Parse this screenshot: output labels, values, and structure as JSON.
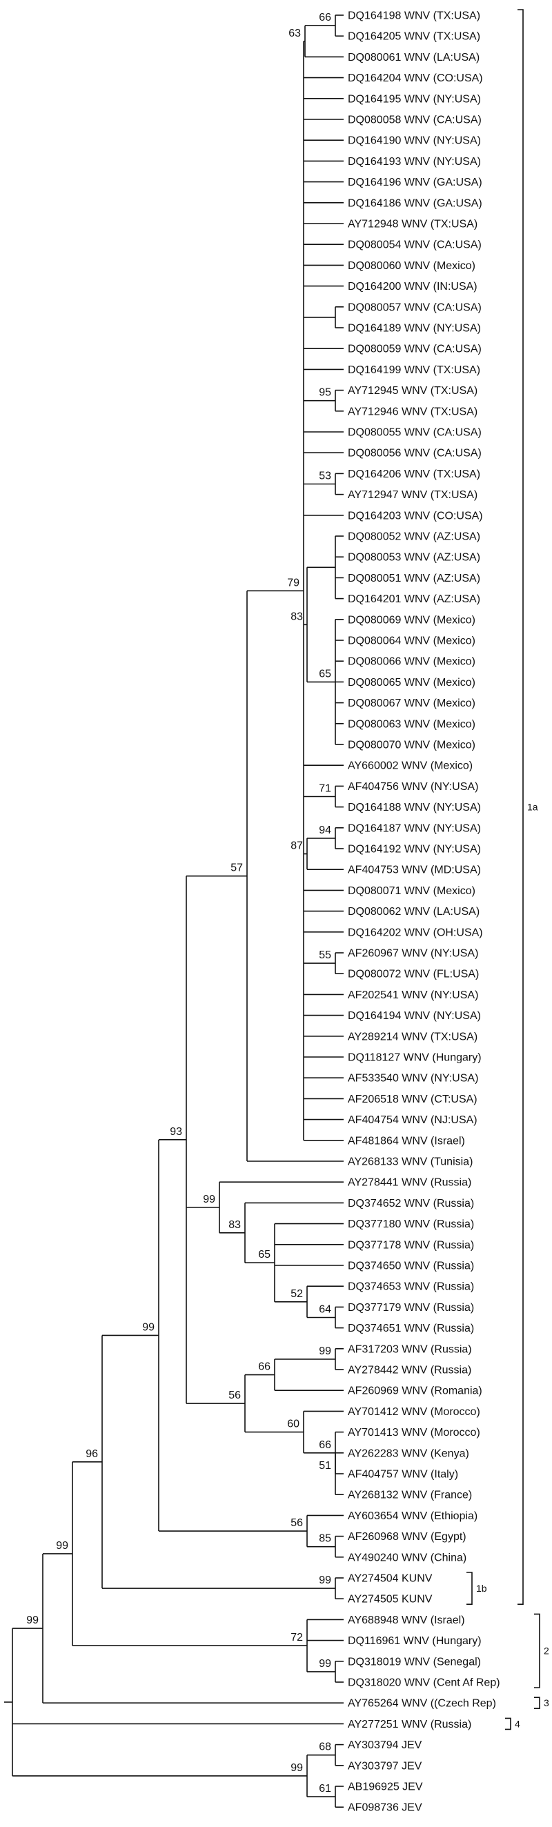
{
  "taxa": [
    "DQ164198 WNV (TX:USA)",
    "DQ164205 WNV (TX:USA)",
    "DQ080061 WNV (LA:USA)",
    "DQ164204 WNV (CO:USA)",
    "DQ164195 WNV (NY:USA)",
    "DQ080058 WNV (CA:USA)",
    "DQ164190 WNV (NY:USA)",
    "DQ164193 WNV (NY:USA)",
    "DQ164196 WNV (GA:USA)",
    "DQ164186 WNV (GA:USA)",
    "AY712948 WNV (TX:USA)",
    "DQ080054 WNV (CA:USA)",
    "DQ080060 WNV (Mexico)",
    "DQ164200 WNV (IN:USA)",
    "DQ080057 WNV (CA:USA)",
    "DQ164189 WNV (NY:USA)",
    "DQ080059 WNV (CA:USA)",
    "DQ164199 WNV (TX:USA)",
    "AY712945 WNV (TX:USA)",
    "AY712946 WNV (TX:USA)",
    "DQ080055 WNV (CA:USA)",
    "DQ080056 WNV (CA:USA)",
    "DQ164206 WNV (TX:USA)",
    "AY712947 WNV (TX:USA)",
    "DQ164203 WNV (CO:USA)",
    "DQ080052 WNV (AZ:USA)",
    "DQ080053 WNV (AZ:USA)",
    "DQ080051 WNV (AZ:USA)",
    "DQ164201 WNV (AZ:USA)",
    "DQ080069 WNV (Mexico)",
    "DQ080064 WNV (Mexico)",
    "DQ080066 WNV (Mexico)",
    "DQ080065 WNV (Mexico)",
    "DQ080067 WNV (Mexico)",
    "DQ080063 WNV (Mexico)",
    "DQ080070 WNV (Mexico)",
    "AY660002 WNV (Mexico)",
    "AF404756 WNV (NY:USA)",
    "DQ164188 WNV (NY:USA)",
    "DQ164187 WNV (NY:USA)",
    "DQ164192 WNV (NY:USA)",
    "AF404753 WNV (MD:USA)",
    "DQ080071 WNV (Mexico)",
    "DQ080062 WNV (LA:USA)",
    "DQ164202 WNV (OH:USA)",
    "AF260967 WNV (NY:USA)",
    "DQ080072 WNV (FL:USA)",
    "AF202541 WNV (NY:USA)",
    "DQ164194 WNV (NY:USA)",
    "AY289214 WNV (TX:USA)",
    "DQ118127 WNV (Hungary)",
    "AF533540 WNV (NY:USA)",
    "AF206518 WNV (CT:USA)",
    "AF404754 WNV (NJ:USA)",
    "AF481864 WNV (Israel)",
    "AY268133 WNV (Tunisia)",
    "AY278441 WNV (Russia)",
    "DQ374652 WNV (Russia)",
    "DQ377180 WNV (Russia)",
    "DQ377178 WNV (Russia)",
    "DQ374650 WNV (Russia)",
    "DQ374653 WNV (Russia)",
    "DQ377179 WNV (Russia)",
    "DQ374651 WNV (Russia)",
    "AF317203 WNV (Russia)",
    "AY278442 WNV (Russia)",
    "AF260969 WNV (Romania)",
    "AY701412 WNV (Morocco)",
    "AY701413 WNV (Morocco)",
    "AY262283 WNV (Kenya)",
    "AF404757 WNV (Italy)",
    "AY268132 WNV (France)",
    "AY603654 WNV (Ethiopia)",
    "AF260968 WNV (Egypt)",
    "AY490240 WNV (China)",
    "AY274504 KUNV",
    "AY274505 KUNV",
    "AY688948 WNV (Israel)",
    "DQ116961 WNV (Hungary)",
    "DQ318019 WNV (Senegal)",
    "DQ318020 WNV (Cent Af Rep)",
    "AY765264 WNV ((Czech Rep)",
    "AY277251 WNV (Russia)",
    "AY303794 JEV",
    "AY303797 JEV",
    "AB196925 JEV",
    "AF098736 JEV"
  ],
  "clades": [
    {
      "label": "1a"
    },
    {
      "label": "1b"
    },
    {
      "label": "2"
    },
    {
      "label": "3"
    },
    {
      "label": "4"
    }
  ],
  "support_values": [
    "66",
    "63",
    "61",
    "95",
    "53",
    "83",
    "65",
    "79",
    "71",
    "94",
    "87",
    "55",
    "57",
    "93",
    "99",
    "83",
    "65",
    "52",
    "64",
    "99",
    "66",
    "56",
    "60",
    "66",
    "51",
    "56",
    "85",
    "99",
    "99",
    "99",
    "99",
    "96",
    "72",
    "99",
    "99",
    "68",
    "99",
    "61"
  ]
}
